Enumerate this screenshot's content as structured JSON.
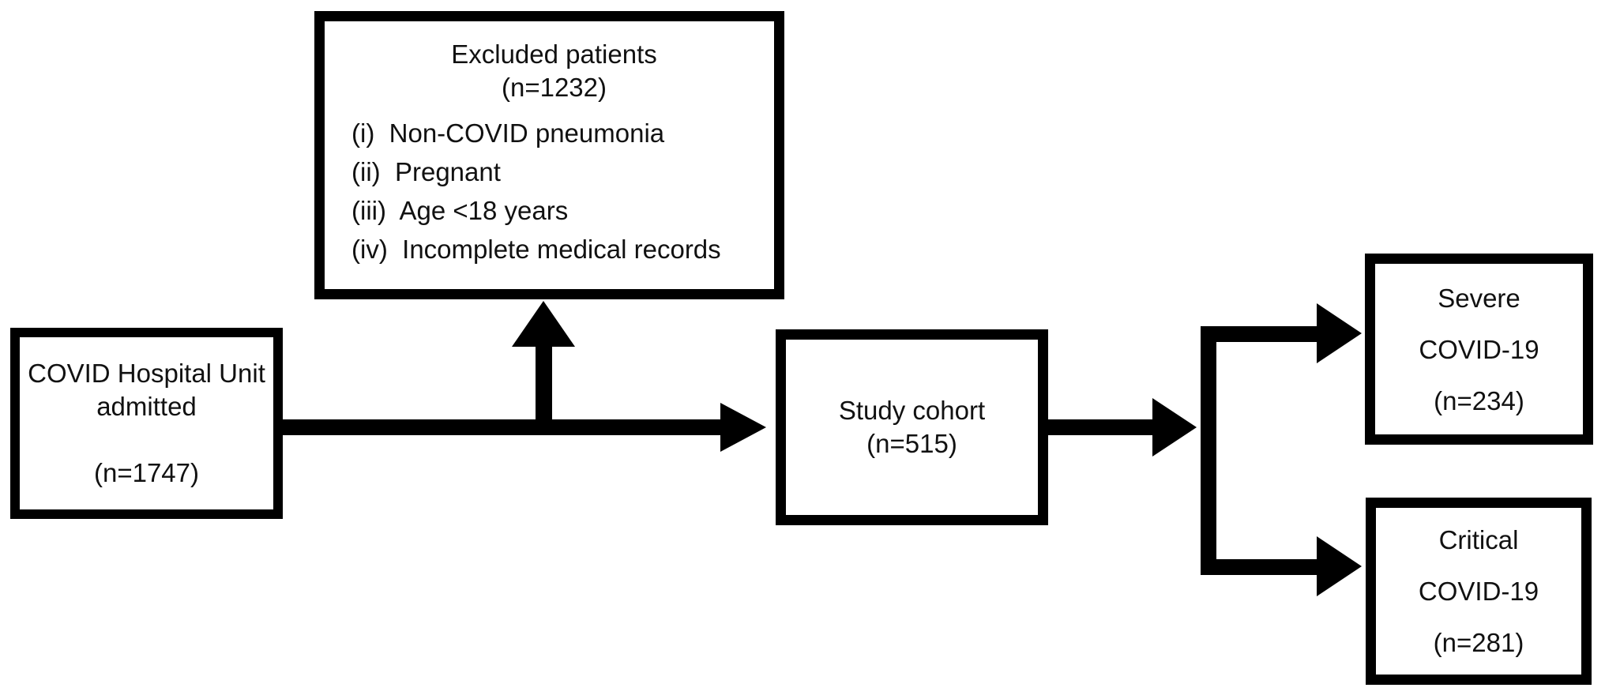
{
  "figure": {
    "type": "flow-diagram",
    "background_color": "#ffffff",
    "line_color": "#000000",
    "text_color": "#111111"
  },
  "boxes": {
    "admitted": {
      "line1": "COVID Hospital Unit",
      "line2": "admitted",
      "n": "(n=1747)"
    },
    "excluded": {
      "title": "Excluded patients",
      "n": "(n=1232)",
      "items": [
        "(i)  Non-COVID pneumonia",
        "(ii)  Pregnant",
        "(iii)  Age <18 years",
        "(iv)  Incomplete medical records"
      ]
    },
    "cohort": {
      "line1": "Study cohort",
      "n": "(n=515)"
    },
    "severe": {
      "line1": "Severe",
      "line2": "COVID-19",
      "n": "(n=234)"
    },
    "critical": {
      "line1": "Critical",
      "line2": "COVID-19",
      "n": "(n=281)"
    }
  }
}
